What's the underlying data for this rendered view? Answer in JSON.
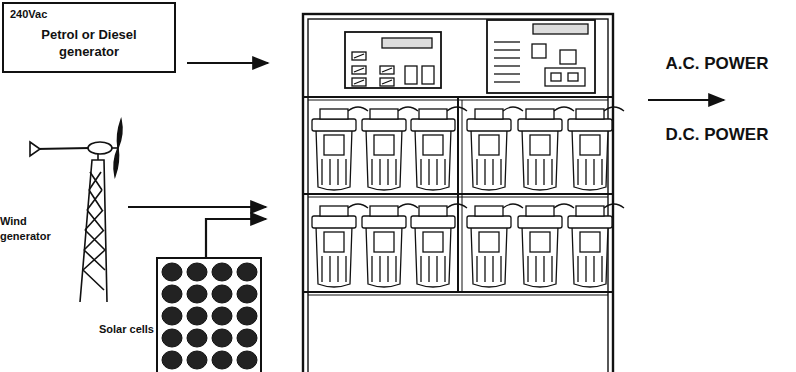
{
  "diagram": {
    "nodes": [
      {
        "text": [
          "240Vac",
          "Petrol or Diesel generator"
        ]
      }
    ],
    "labels": [
      "Wind generator",
      "Solar cells",
      "A.C. POWER",
      "D.C. POWER"
    ]
  }
}
